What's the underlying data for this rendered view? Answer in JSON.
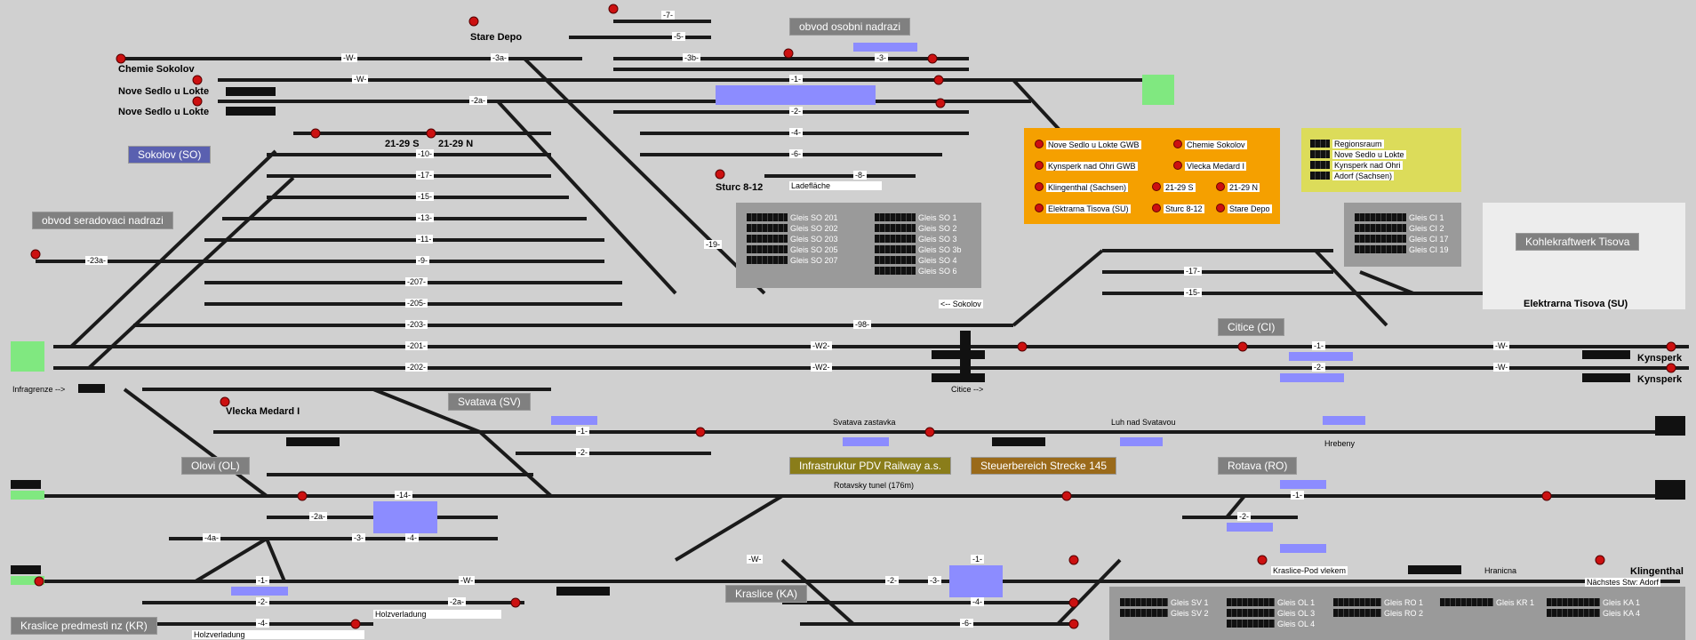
{
  "area_boxes": {
    "sokolov_so": "Sokolov (SO)",
    "obvod_seradovaci": "obvod seradovaci nadrazi",
    "obvod_osobni": "obvod osobni nadrazi",
    "citice_ci": "Citice (CI)",
    "kohlekraftwerk": "Kohlekraftwerk Tisova",
    "svatava_sv": "Svatava (SV)",
    "olovi_ol": "Olovi (OL)",
    "rotava_ro": "Rotava (RO)",
    "kraslice_ka": "Kraslice (KA)",
    "kraslice_predmesti": "Kraslice predmesti nz (KR)",
    "infrastruktur": "Infrastruktur PDV Railway a.s.",
    "steuerbereich": "Steuerbereich Strecke 145"
  },
  "station_labels": {
    "chemie_sokolov": "Chemie Sokolov",
    "nove_sedlo_1": "Nove Sedlo u Lokte",
    "nove_sedlo_2": "Nove Sedlo u Lokte",
    "stare_depo": "Stare Depo",
    "s21_29_s": "21-29 S",
    "s21_29_n": "21-29 N",
    "sturc_8_12": "Sturc 8-12",
    "elektrarna_tisova": "Elektrarna Tisova (SU)",
    "kynsperk_1": "Kynsperk",
    "kynsperk_2": "Kynsperk",
    "vlecka_medard": "Vlecka Medard I",
    "klingenthal": "Klingenthal"
  },
  "small_labels": {
    "ladeflaeche": "Ladefläche",
    "infragrenze": "Infragrenze -->",
    "citice_arrow": "Citice -->",
    "sokolov_arrow": "<-- Sokolov",
    "svatava_zastavka": "Svatava zastavka",
    "luh_nad_svatavou": "Luh nad Svatavou",
    "hrebeny": "Hrebeny",
    "rotavsky_tunel": "Rotavsky tunel (176m)",
    "kraslice_pod_vlekem": "Kraslice-Pod vlekem",
    "hranicna": "Hranicna",
    "nachstes_stw": "Nächstes Stw: Adorf",
    "holzverladung_1": "Holzverladung",
    "holzverladung_2": "Holzverladung"
  },
  "track_names": [
    "-W-",
    "-W-",
    "-3a-",
    "-2a-",
    "-3b-",
    "-5-",
    "-7-",
    "-1-",
    "-2-",
    "-3-",
    "-4-",
    "-6-",
    "-8-",
    "-10-",
    "-17-",
    "-15-",
    "-13-",
    "-11-",
    "-9-",
    "-23a-",
    "-207-",
    "-205-",
    "-203-",
    "-201-",
    "-202-",
    "-W2-",
    "-W2-",
    "-98-",
    "-17-",
    "-15-",
    "-1-",
    "-2-",
    "-W-",
    "-W-",
    "-1-",
    "-2-",
    "-14-",
    "-2a-",
    "-3-",
    "-4a-",
    "-4-",
    "-1-",
    "-2-",
    "-W-",
    "-W-",
    "-1-",
    "-2-",
    "-2a-",
    "-4-",
    "-1-",
    "-2-",
    "-3-",
    "-4-",
    "-6-",
    "-19-"
  ],
  "legend_destinations": {
    "col1": [
      "Nove Sedlo u Lokte GWB",
      "Kynsperk nad Ohri GWB",
      "Klingenthal (Sachsen)",
      "Elektrarna Tisova (SU)"
    ],
    "col2": [
      "Chemie Sokolov",
      "Vlecka Medard I",
      "21-29 S",
      "Sturc 8-12"
    ],
    "col3": [
      "21-29 N",
      "Stare Depo"
    ]
  },
  "legend_region": [
    "Regionsraum",
    "Nove Sedlo u Lokte",
    "Kynsperk nad Ohri",
    "Adorf (Sachsen)"
  ],
  "legend_gleis_so": {
    "left": [
      "Gleis SO 201",
      "Gleis SO 202",
      "Gleis SO 203",
      "Gleis SO 205",
      "Gleis SO 207"
    ],
    "right": [
      "Gleis SO 1",
      "Gleis SO 2",
      "Gleis SO 3",
      "Gleis SO 3b",
      "Gleis SO 4",
      "Gleis SO 6"
    ]
  },
  "legend_gleis_ci": [
    "Gleis CI 1",
    "Gleis CI 2",
    "Gleis CI 17",
    "Gleis CI 19"
  ],
  "legend_bottom": {
    "sv": [
      "Gleis SV 1",
      "Gleis SV 2"
    ],
    "ol": [
      "Gleis OL 1",
      "Gleis OL 3",
      "Gleis OL 4"
    ],
    "ro": [
      "Gleis RO 1",
      "Gleis RO 2"
    ],
    "kr": [
      "Gleis KR 1"
    ],
    "ka": [
      "Gleis KA 1",
      "Gleis KA 4"
    ]
  },
  "colors": {
    "background": "#d0d0d0",
    "track": "#1a1a1a",
    "signal_red": "#cc1010",
    "occupied_blue": "#8c8cff",
    "exit_green": "#80e880",
    "orange_panel": "#f5a000",
    "yellow_panel": "#dcdc5a"
  }
}
